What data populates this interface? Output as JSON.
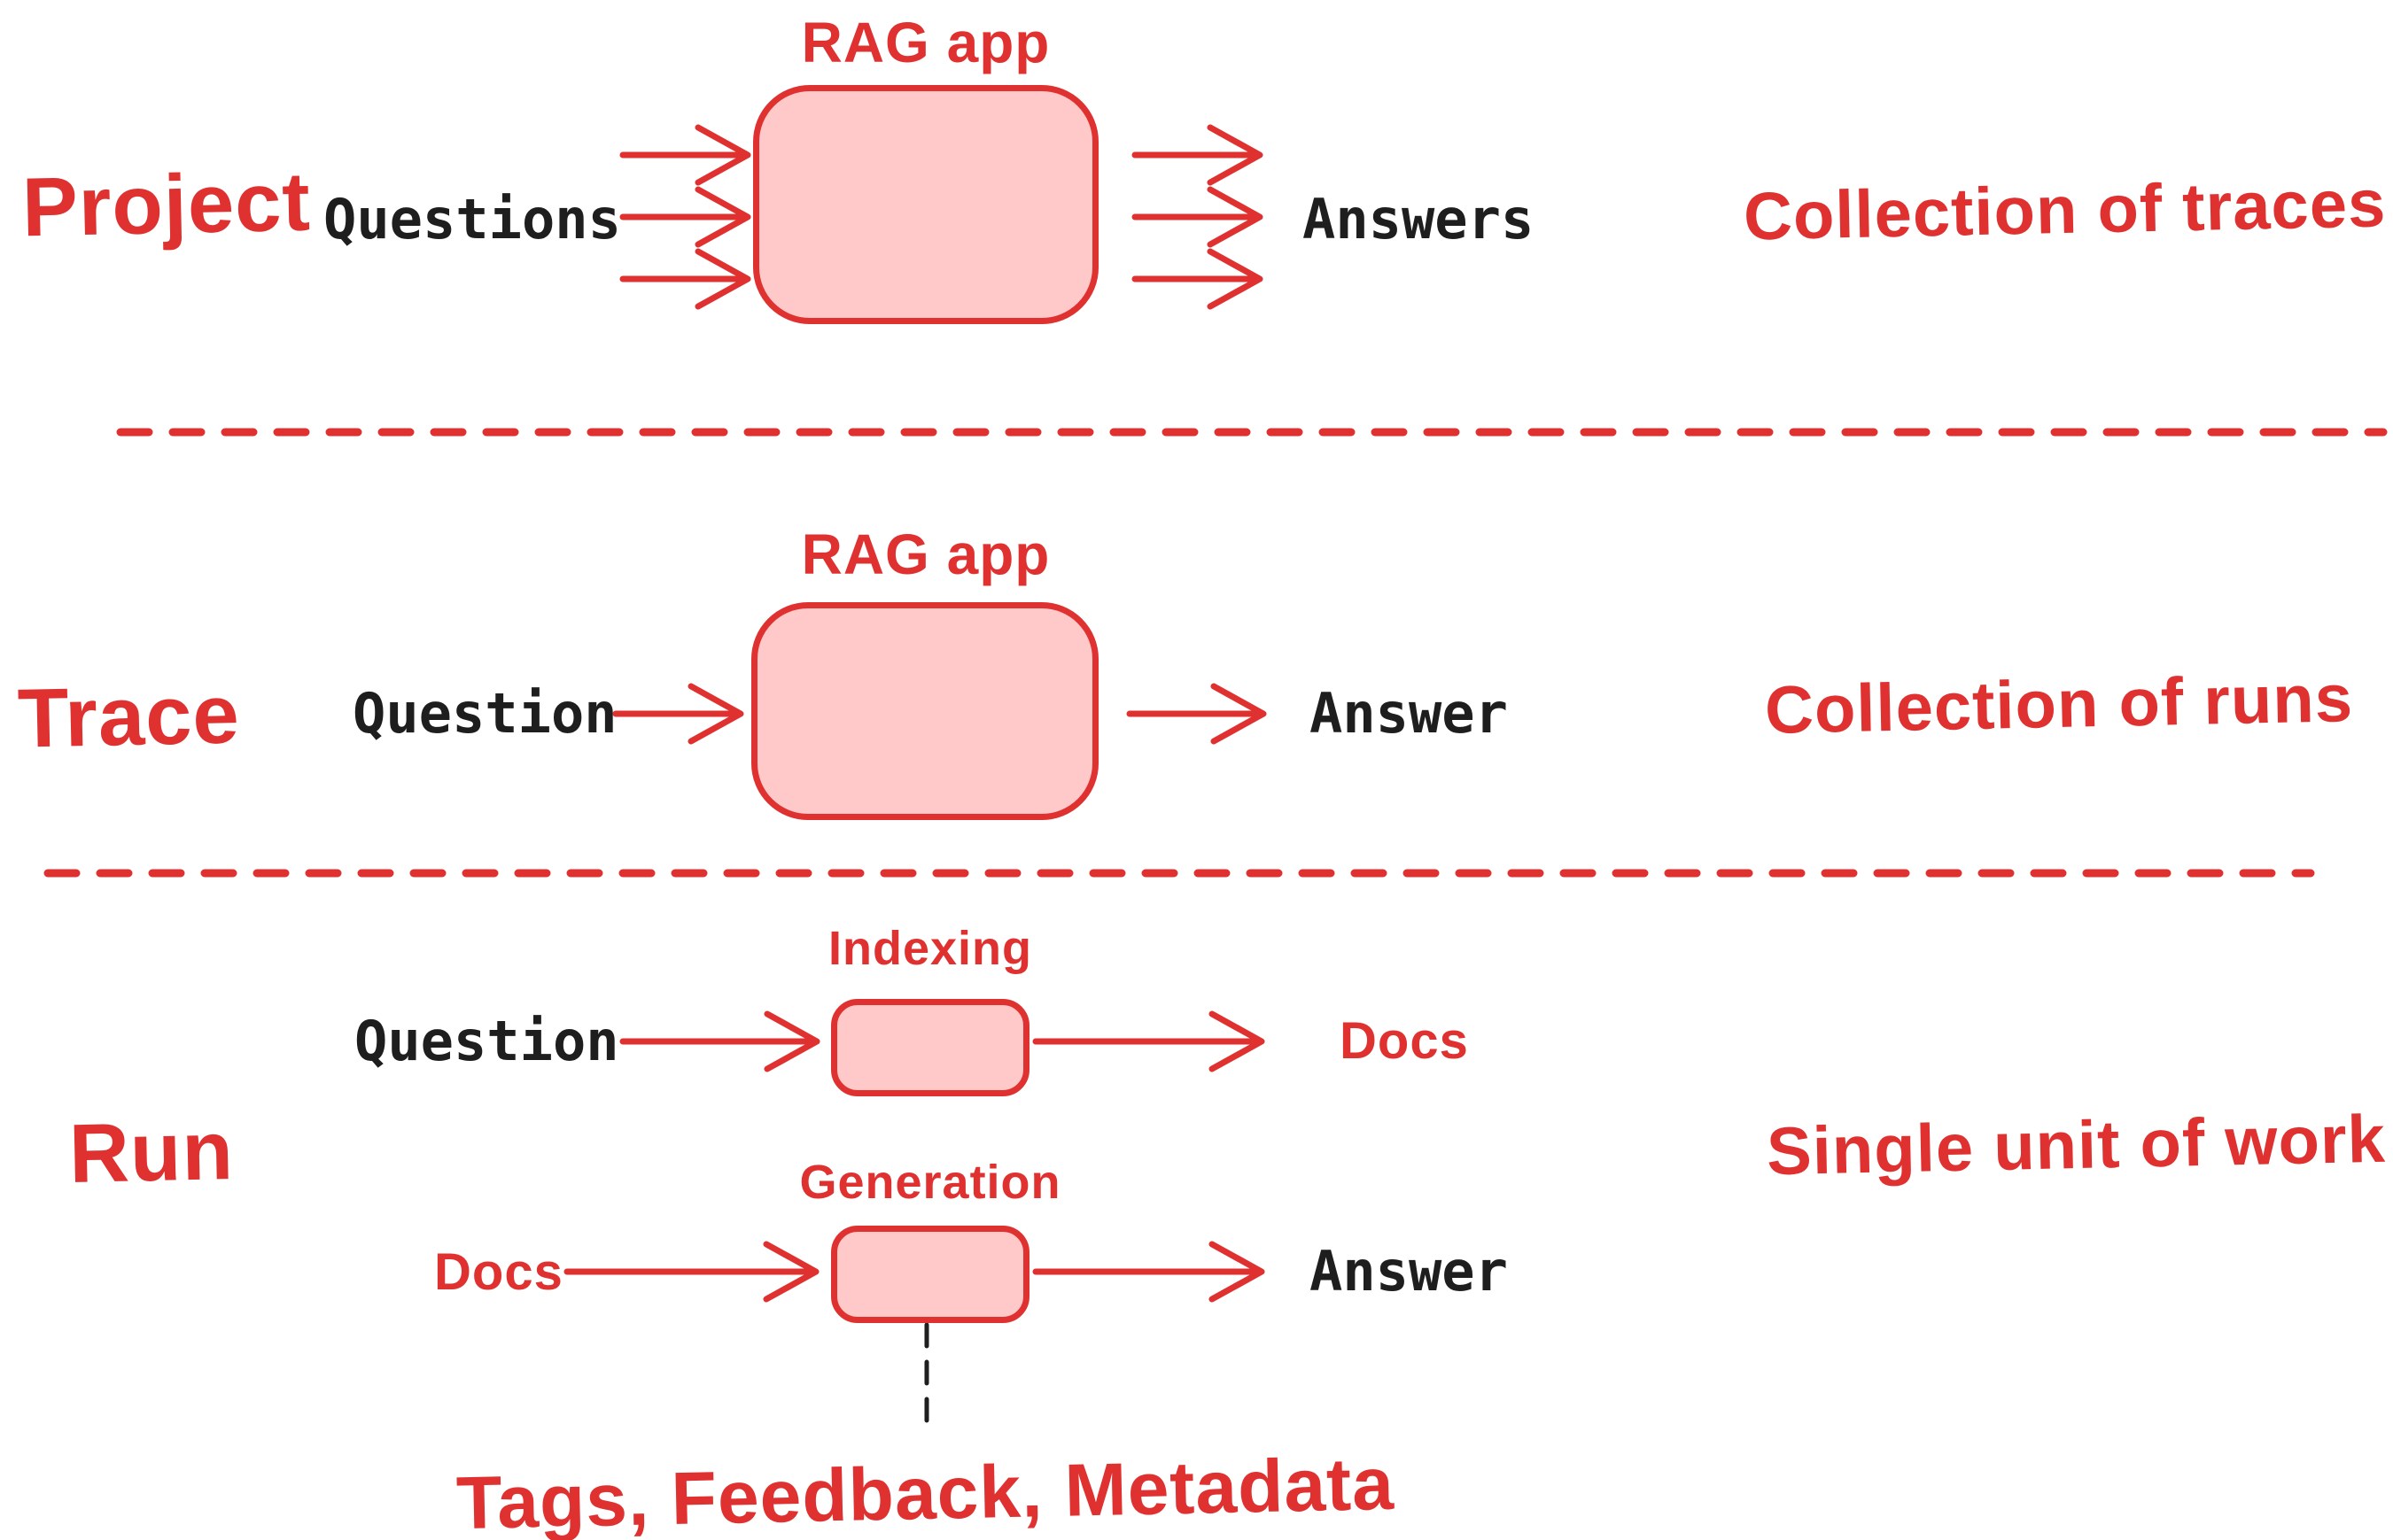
{
  "colors": {
    "stroke_red": "#e03131",
    "fill_pink": "#ffc9c9",
    "text_black": "#1e1e1e"
  },
  "sections": {
    "project": {
      "label": "Project",
      "box_title": "RAG app",
      "input_label": "Questions",
      "output_label": "Answers",
      "annotation": "Collection of traces"
    },
    "trace": {
      "label": "Trace",
      "box_title": "RAG app",
      "input_label": "Question",
      "output_label": "Answer",
      "annotation": "Collection of runs"
    },
    "run": {
      "label": "Run",
      "annotation": "Single unit of work",
      "indexing": {
        "box_title": "Indexing",
        "input_label": "Question",
        "output_label": "Docs"
      },
      "generation": {
        "box_title": "Generation",
        "input_label": "Docs",
        "output_label": "Answer"
      },
      "footnote": "Tags, Feedback, Metadata"
    }
  }
}
